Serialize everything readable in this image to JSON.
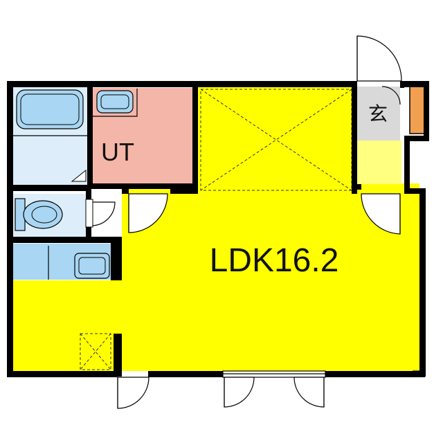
{
  "rooms": {
    "ldk": {
      "label": "LDK16.2"
    },
    "utility": {
      "label": "UT"
    },
    "entrance": {
      "label": "玄"
    }
  },
  "colors": {
    "ldk": "#ffff00",
    "utility": "#f4b6a8",
    "bath": "#ddeefa",
    "fixture": "#a9d6f2",
    "entrance": "#d9d9d9",
    "entrance_step": "#ffff80",
    "shoe_box": "#f0a050",
    "wall": "#000000"
  },
  "icons": [
    "bathtub-icon",
    "sink-icon",
    "toilet-icon",
    "kitchen-sink-icon",
    "door-swing-icon",
    "shoe-cabinet-icon"
  ]
}
